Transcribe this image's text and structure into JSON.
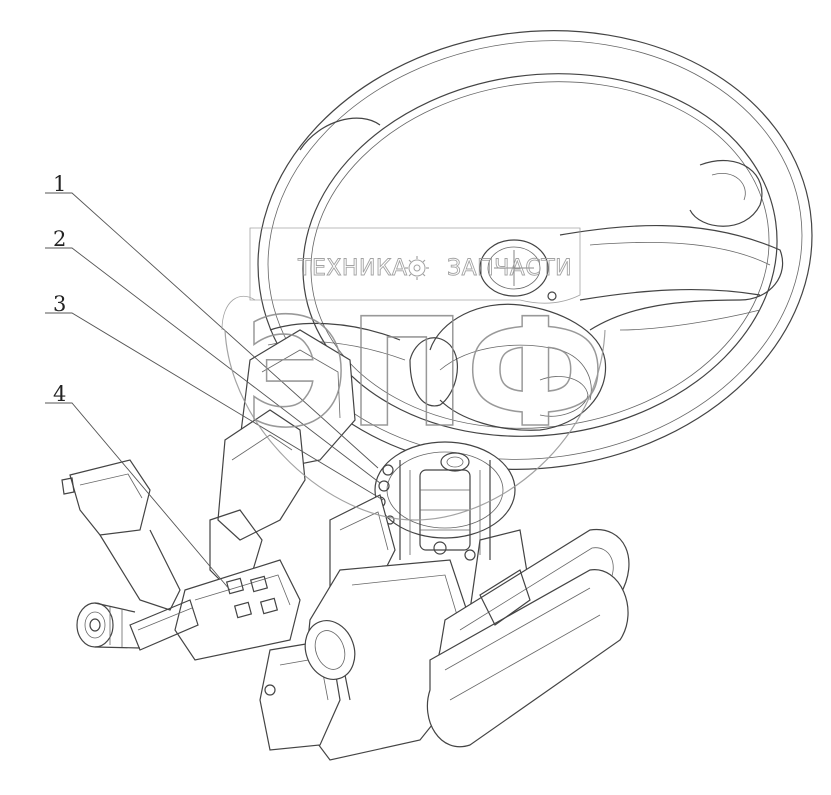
{
  "callouts": [
    {
      "label": "1"
    },
    {
      "label": "2"
    },
    {
      "label": "3"
    },
    {
      "label": "4"
    }
  ],
  "watermark": {
    "left_word": "ТЕХНИКА",
    "right_word": "ЗАПЧАСТИ",
    "logo": "ЭПФ"
  },
  "colors": {
    "line": "#444444",
    "watermark": "#8f8f8f",
    "background": "#ffffff"
  }
}
